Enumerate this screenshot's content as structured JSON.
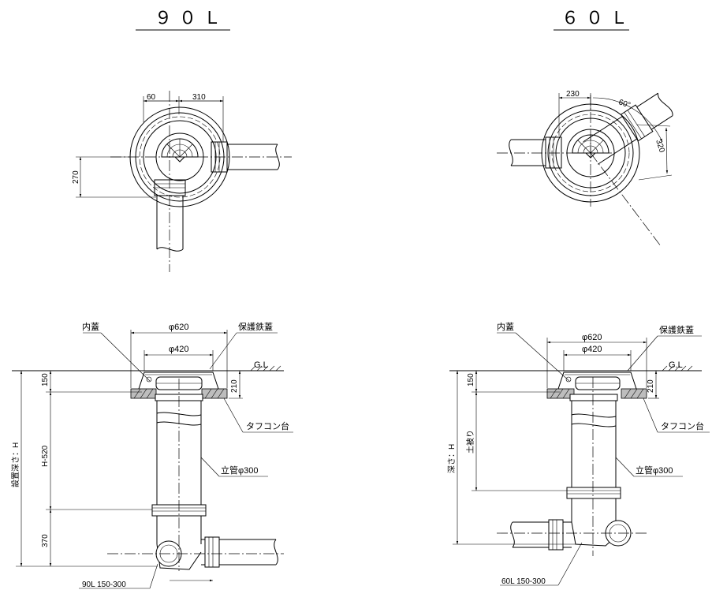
{
  "titles": {
    "left": "９０Ｌ",
    "right": "６０Ｌ"
  },
  "plan_left": {
    "dim_60": "60",
    "dim_310": "310",
    "dim_270": "270"
  },
  "plan_right": {
    "dim_230": "230",
    "dim_320": "320",
    "angle": "60°"
  },
  "section_left": {
    "phi620": "φ620",
    "phi420": "φ420",
    "inner_lid": "内蓋",
    "protective_lid": "保護鉄蓋",
    "gl": "G.L",
    "base": "タフコン台",
    "riser": "立管φ300",
    "dim_150": "150",
    "dim_210": "210",
    "dim_h520": "H-520",
    "dim_370": "370",
    "install_depth": "設置深さ：H",
    "model": "90L 150-300"
  },
  "section_right": {
    "phi620": "φ620",
    "phi420": "φ420",
    "inner_lid": "内蓋",
    "protective_lid": "保護鉄蓋",
    "gl": "G.L",
    "base": "タフコン台",
    "riser": "立管φ300",
    "dim_150": "150",
    "dim_210": "210",
    "depth": "深さ：H",
    "soil_cover": "土被り",
    "model": "60L 150-300"
  }
}
